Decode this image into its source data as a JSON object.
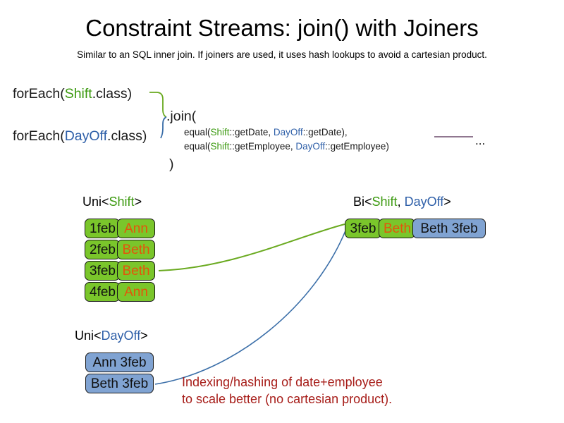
{
  "header": {
    "title": "Constraint Streams: join() with Joiners",
    "subtitle": "Similar to an SQL inner join. If joiners are used, it uses hash lookups to avoid a cartesian product."
  },
  "code": {
    "foreach_shift": {
      "prefix": "forEach(",
      "type": "Shift",
      "suffix": ".class)"
    },
    "foreach_dayoff": {
      "prefix": "forEach(",
      "type": "DayOff",
      "suffix": ".class)"
    },
    "join_open": ".join(",
    "join_close": ")",
    "joiners": [
      {
        "fn_open": "equal(",
        "left_type": "Shift",
        "left_method": "::getDate, ",
        "right_type": "DayOff",
        "right_method": "::getDate),"
      },
      {
        "fn_open": "equal(",
        "left_type": "Shift",
        "left_method": "::getEmployee, ",
        "right_type": "DayOff",
        "right_method": "::getEmployee)"
      }
    ],
    "ellipsis": "..."
  },
  "streams": {
    "uni_shift": {
      "label_prefix": "Uni<",
      "label_type": "Shift",
      "label_suffix": ">",
      "rows": [
        {
          "date": "1feb",
          "name": "Ann"
        },
        {
          "date": "2feb",
          "name": "Beth"
        },
        {
          "date": "3feb",
          "name": "Beth"
        },
        {
          "date": "4feb",
          "name": "Ann"
        }
      ]
    },
    "uni_dayoff": {
      "label_prefix": "Uni<",
      "label_type": "DayOff",
      "label_suffix": ">",
      "rows": [
        {
          "pair": "Ann 3feb"
        },
        {
          "pair": "Beth 3feb"
        }
      ]
    },
    "bi": {
      "label_prefix": "Bi<",
      "label_type_a": "Shift",
      "label_sep": ", ",
      "label_type_b": "DayOff",
      "label_suffix": ">",
      "row": {
        "date": "3feb",
        "name": "Beth",
        "pair": "Beth 3feb"
      }
    }
  },
  "annotation": {
    "line1": "Indexing/hashing of date+employee",
    "line2": "to scale better (no cartesian product)."
  },
  "colors": {
    "shift_green": "#3c9a10",
    "dayoff_blue": "#2e5fa8",
    "box_green": "#7ac62b",
    "box_blue": "#80a3d2",
    "name_orange": "#e4540b",
    "annotation_red": "#a71d19",
    "connector_green": "#6aaa20",
    "connector_blue": "#3a6ea8",
    "ellipsis_rule": "#6b4a6b"
  }
}
